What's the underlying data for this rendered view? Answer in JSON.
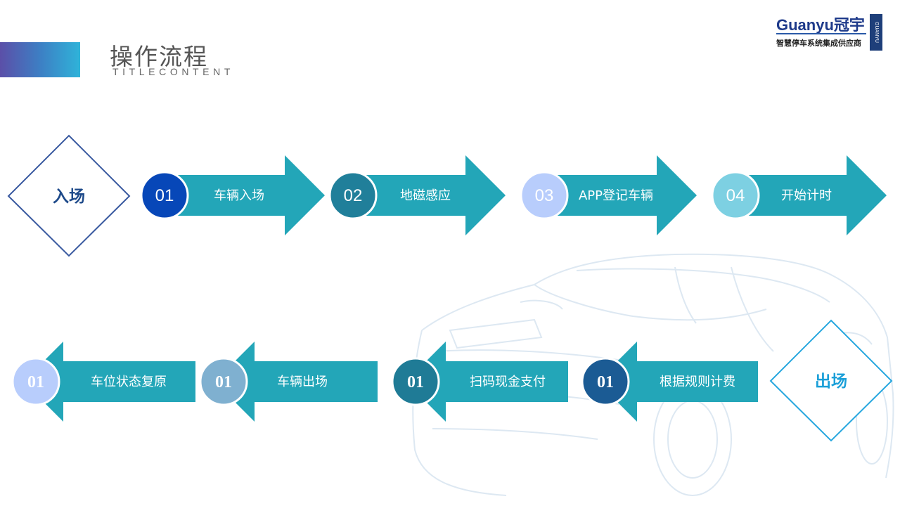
{
  "header": {
    "title": "操作流程",
    "subtitle": "TITLECONTENT"
  },
  "logo": {
    "wordmark": "Guanyu冠宇",
    "tagline": "智慧停车系统集成供应商",
    "vertical_text": "GUANYU"
  },
  "entry": {
    "label": "入场"
  },
  "exit": {
    "label": "出场"
  },
  "top_steps": [
    {
      "number": "01",
      "label": "车辆入场",
      "circle_color": "#0747b8"
    },
    {
      "number": "02",
      "label": "地磁感应",
      "circle_color": "#207f9a"
    },
    {
      "number": "03",
      "label": "APP登记车辆",
      "circle_color": "#b8cdfc"
    },
    {
      "number": "04",
      "label": "开始计时",
      "circle_color": "#7dd0e2"
    }
  ],
  "bottom_steps": [
    {
      "number": "01",
      "label": "根据规则计费",
      "circle_color": "#1b5b94"
    },
    {
      "number": "01",
      "label": "扫码现金支付",
      "circle_color": "#1f7b96"
    },
    {
      "number": "01",
      "label": "车辆出场",
      "circle_color": "#7fb0d0"
    },
    {
      "number": "01",
      "label": "车位状态复原",
      "circle_color": "#b8cdfc"
    }
  ],
  "colors": {
    "arrow": "#23a6b8",
    "entry_border": "#3a5aa0",
    "entry_text": "#1e4a8a",
    "exit_border": "#29a8df",
    "exit_text": "#1a9fd8"
  }
}
